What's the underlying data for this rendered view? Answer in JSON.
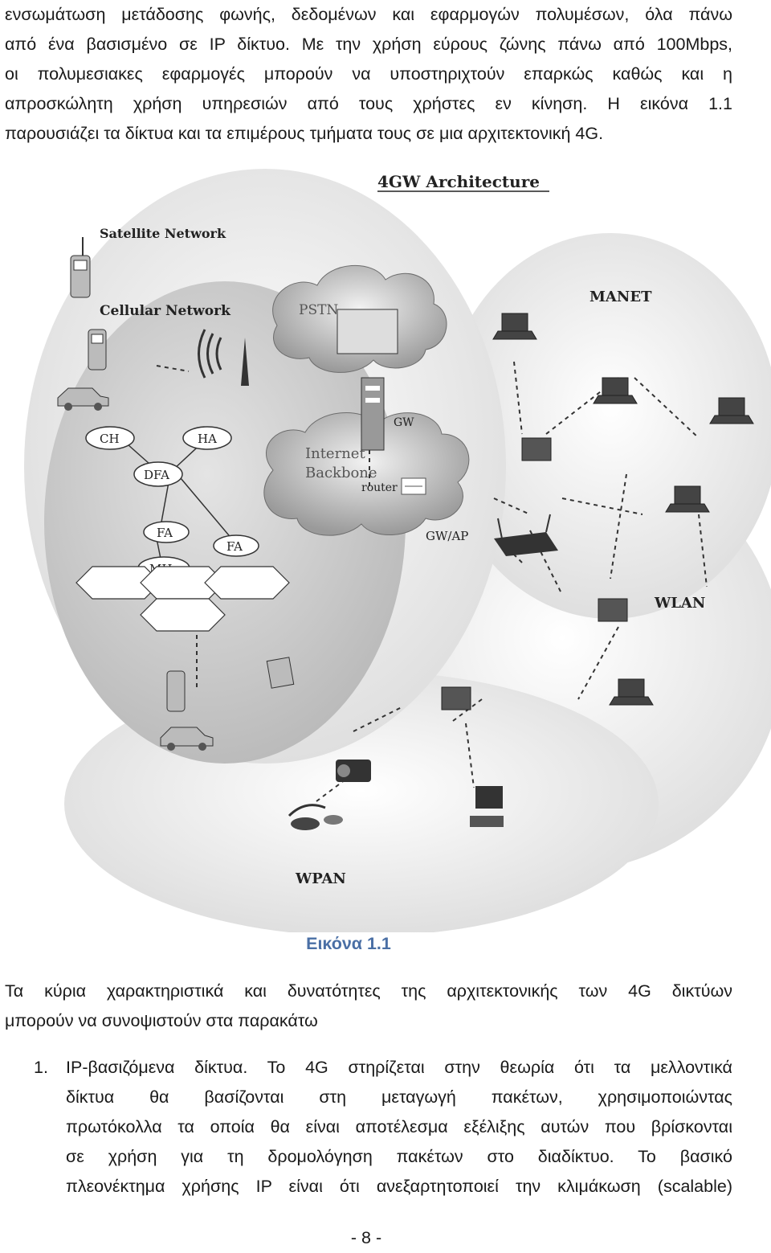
{
  "intro_lines": [
    "ενσωμάτωση μετάδοσης φωνής, δεδομένων και εφαρμογών πολυμέσων, όλα πάνω",
    "από ένα βασισμένο σε IP δίκτυο. Με την χρήση εύρους ζώνης πάνω από 100Mbps,",
    "οι πολυμεσιακες εφαρμογές μπορούν να υποστηριχτούν επαρκώς καθώς και η",
    "απροσκώλητη χρήση υπηρεσιών από τους χρήστες εν κίνηση. Η εικόνα 1.1",
    "παρουσιάζει τα δίκτυα και τα επιμέρους τμήματα τους σε μια αρχιτεκτονική 4G."
  ],
  "figure": {
    "title": "4GW Architecture",
    "labels": {
      "satellite": "Satellite Network",
      "cellular": "Cellular Network",
      "pstn": "PSTN",
      "manet": "MANET",
      "gw": "GW",
      "internet_1": "Internet",
      "internet_2": "Backbone",
      "router": "router",
      "ch": "CH",
      "ha": "HA",
      "dfa": "DFA",
      "fa1": "FA",
      "fa2": "FA",
      "mh": "MH",
      "gwap": "GW/AP",
      "wlan": "WLAN",
      "wpan": "WPAN"
    },
    "icons": [
      "satellite-phone-icon",
      "cell-phone-icon",
      "car-icon",
      "antenna-tower-icon",
      "server-rack-icon",
      "router-icon",
      "access-point-icon",
      "laptop-icon",
      "pda-icon",
      "camcorder-icon",
      "desktop-computer-icon",
      "headset-icon"
    ]
  },
  "caption": "Εικόνα 1.1",
  "para2_lines": [
    "Τα κύρια χαρακτηριστικά και δυνατότητες της αρχιτεκτονικής των 4G δικτύων",
    "μπορούν να συνοψιστούν στα παρακάτω"
  ],
  "list": {
    "number": "1.",
    "lines": [
      "IP-βασιζόμενα δίκτυα. Το 4G στηρίζεται στην θεωρία ότι τα μελλοντικά",
      "δίκτυα θα βασίζονται στη μεταγωγή πακέτων, χρησιμοποιώντας",
      "πρωτόκολλα τα οποία θα είναι αποτέλεσμα εξέλιξης αυτών που βρίσκονται",
      "σε χρήση για τη δρομολόγηση πακέτων στο διαδίκτυο. Το βασικό",
      "πλεονέκτημα χρήσης IP είναι ότι ανεξαρτητοποιεί την κλιμάκωση (scalable)"
    ]
  },
  "page_number": "- 8 -"
}
